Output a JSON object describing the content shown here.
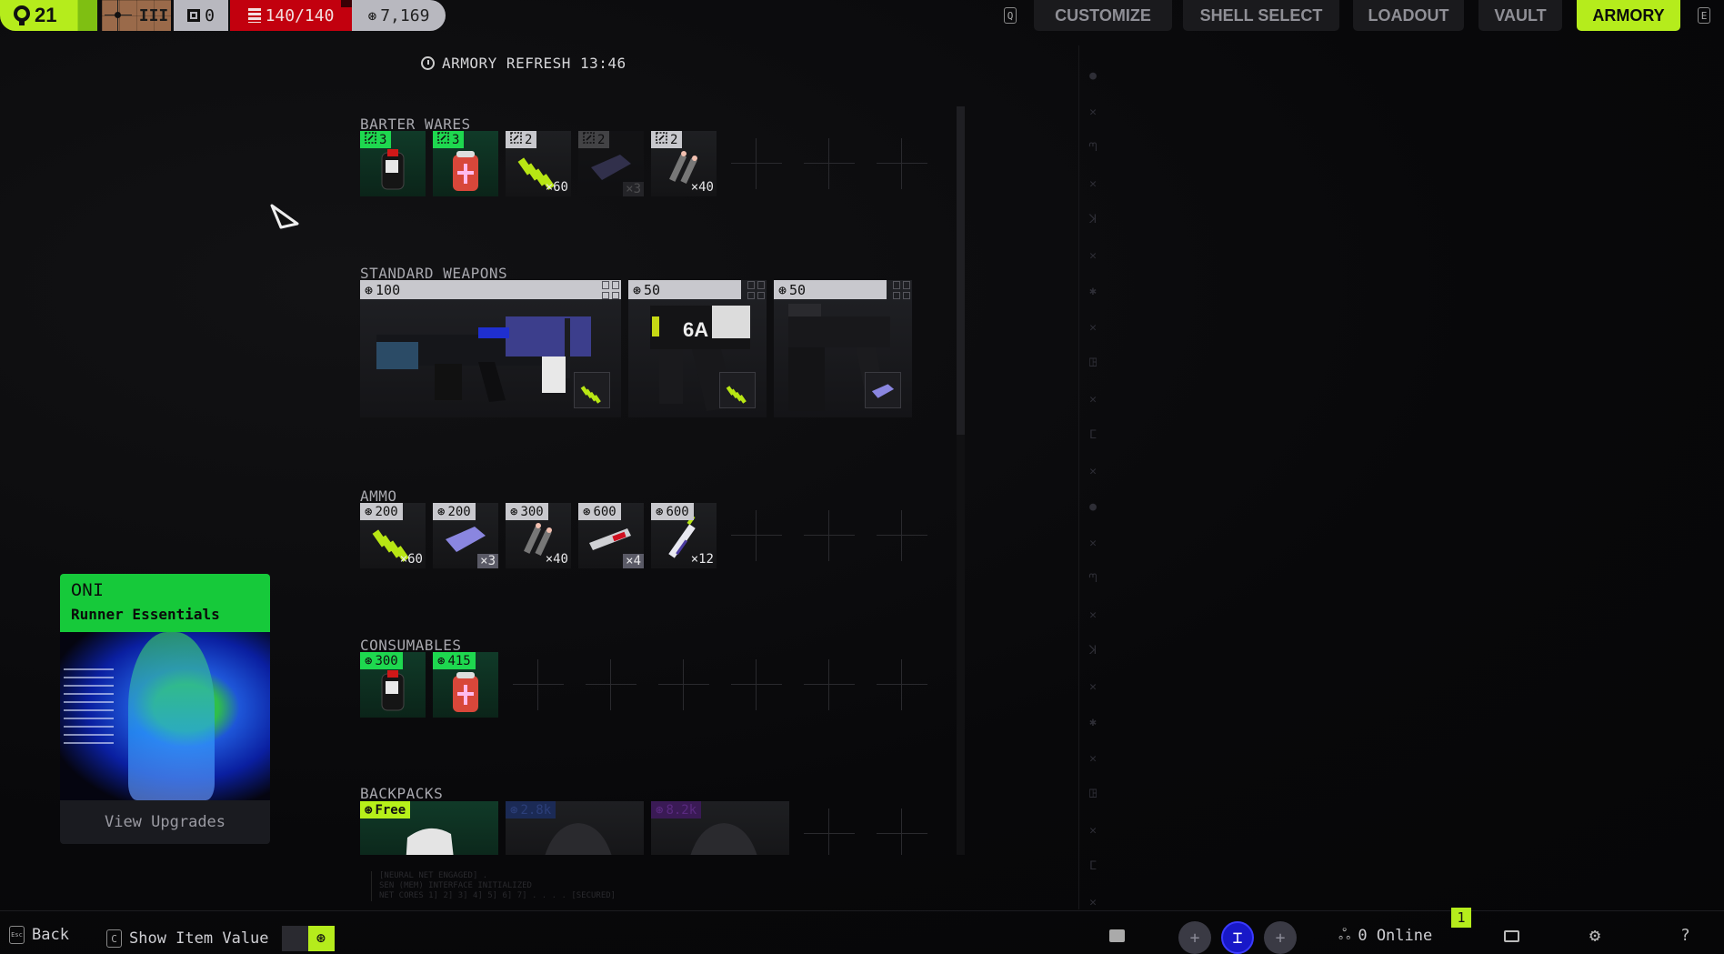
{
  "topbar": {
    "level": "21",
    "rank_label": "III",
    "keys_count": "0",
    "capacity": "140/140",
    "credits": "7,169"
  },
  "nav": {
    "left_key": "Q",
    "right_key": "E",
    "tabs": [
      "CUSTOMIZE",
      "SHELL SELECT",
      "LOADOUT",
      "VAULT",
      "ARMORY"
    ],
    "active": "ARMORY"
  },
  "refresh": "ARMORY REFRESH 13:46",
  "sections": [
    {
      "title": "BARTER WARES",
      "empty_slots": 3,
      "items": [
        {
          "price": "3",
          "currency": "barter",
          "badge": "green",
          "tile": "green",
          "art": "stim"
        },
        {
          "price": "3",
          "currency": "barter",
          "badge": "green",
          "tile": "green",
          "art": "medkit"
        },
        {
          "price": "2",
          "currency": "barter",
          "badge": "grey",
          "art": "ammo-green",
          "count": "×60"
        },
        {
          "price": "2",
          "currency": "barter",
          "badge": "grey",
          "art": "battery-purple",
          "count": "×3",
          "count_boxed": true,
          "dim": true
        },
        {
          "price": "2",
          "currency": "barter",
          "badge": "grey",
          "art": "ammo-grey",
          "count": "×40"
        }
      ]
    },
    {
      "title": "STANDARD WEAPONS",
      "empty_slots": 0,
      "items": [
        {
          "price": "100",
          "currency": "credit",
          "art": "rifle",
          "ammo_type": "ammo-green",
          "size": "w4"
        },
        {
          "price": "50",
          "currency": "credit",
          "art": "pistol",
          "ammo_type": "ammo-green",
          "size": "w2"
        },
        {
          "price": "50",
          "currency": "credit",
          "art": "smg",
          "ammo_type": "battery-purple",
          "size": "w2"
        }
      ]
    },
    {
      "title": "AMMO",
      "empty_slots": 3,
      "items": [
        {
          "price": "200",
          "currency": "credit",
          "badge": "grey",
          "art": "ammo-green",
          "count": "×60"
        },
        {
          "price": "200",
          "currency": "credit",
          "badge": "grey",
          "art": "battery-purple",
          "count": "×3",
          "count_boxed": true
        },
        {
          "price": "300",
          "currency": "credit",
          "badge": "grey",
          "art": "ammo-grey",
          "count": "×40"
        },
        {
          "price": "600",
          "currency": "credit",
          "badge": "grey",
          "art": "rail-red",
          "count": "×4",
          "count_boxed": true
        },
        {
          "price": "600",
          "currency": "credit",
          "badge": "grey",
          "art": "syringe",
          "count": "×12"
        }
      ]
    },
    {
      "title": "CONSUMABLES",
      "empty_slots": 6,
      "items": [
        {
          "price": "300",
          "currency": "credit",
          "badge": "green",
          "tile": "green",
          "art": "stim"
        },
        {
          "price": "415",
          "currency": "credit",
          "badge": "green",
          "tile": "green",
          "art": "medkit"
        }
      ]
    },
    {
      "title": "BACKPACKS",
      "empty_slots": 2,
      "items": [
        {
          "price": "Free",
          "currency": "credit",
          "badge": "lime",
          "tile": "green",
          "art": "helmet",
          "size": "w2b"
        },
        {
          "price": "2.8k",
          "currency": "credit",
          "badge": "blue",
          "art": "helmet-dark",
          "size": "w2b"
        },
        {
          "price": "8.2k",
          "currency": "credit",
          "badge": "purple",
          "art": "helmet-dark",
          "size": "w2b"
        }
      ]
    }
  ],
  "promo": {
    "title": "ONI",
    "subtitle": "Runner Essentials",
    "button": "View Upgrades"
  },
  "console": [
    "[NEURAL NET ENGAGED] .",
    "SEN (MEM) INTERFACE INITIALIZED",
    "NET CORES 1] 2] 3] 4] 5] 6] 7] . . . . [SECURED]"
  ],
  "bottom": {
    "back_key": "Esc",
    "back": "Back",
    "value_key": "C",
    "show_value": "Show Item Value",
    "online": "0 Online",
    "notifications": "1",
    "help": "?"
  },
  "colors": {
    "accent": "#b5ec1c",
    "green": "#1ed84f",
    "red": "#c2000e"
  }
}
